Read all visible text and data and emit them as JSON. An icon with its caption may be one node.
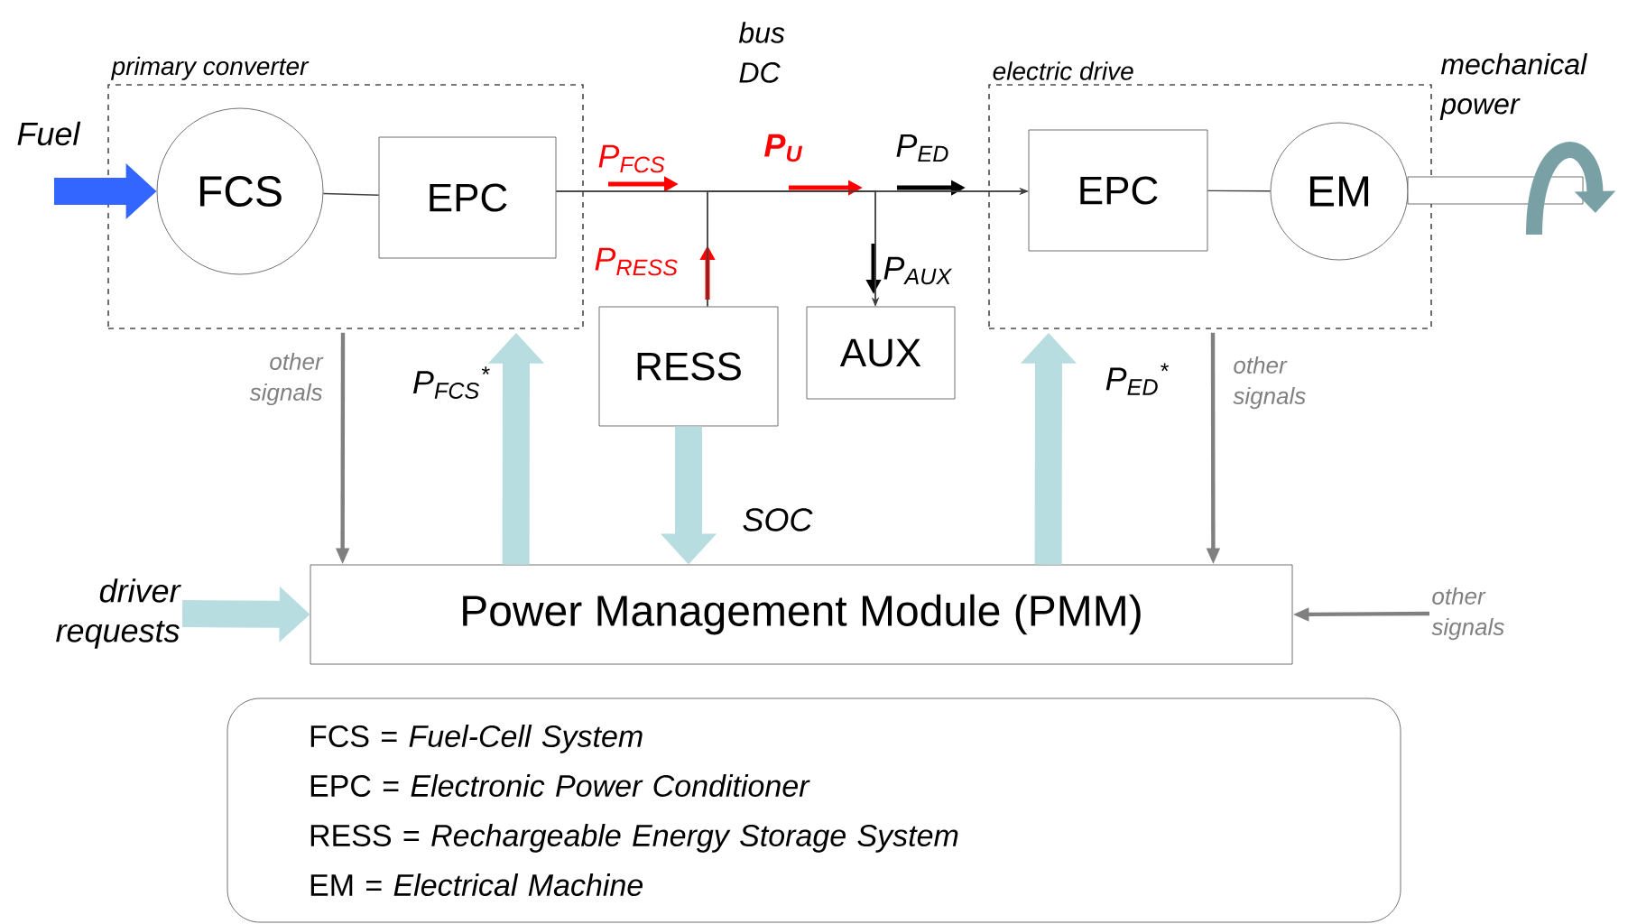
{
  "diagram": {
    "nodes": [
      {
        "text": [
          "primary converter"
        ]
      },
      {
        "text": [
          "FCS"
        ],
        "in": 0
      },
      {
        "text": [
          "EPC"
        ],
        "in": 0
      },
      {
        "text": [
          "electric drive"
        ]
      },
      {
        "text": [
          "EPC"
        ],
        "in": 3
      },
      {
        "text": [
          "EM"
        ],
        "in": 3
      },
      {
        "text": [
          "RESS"
        ]
      },
      {
        "text": [
          "AUX"
        ]
      },
      {
        "text": [
          "Power Management Module (PMM)"
        ]
      },
      {
        "text": [
          "FCS = *Fuel-Cell System*",
          "EPC = *Electronic Power Conditioner*",
          "RESS = *Rechargeable Energy Storage System*",
          "EM = *Electrical Machine*"
        ]
      },
      {
        "text": [
          "driver requests"
        ]
      },
      {
        "text": [
          "other signals"
        ]
      }
    ],
    "edges": [
      {
        "from": 1,
        "to": 2,
        "arrow": "none"
      },
      {
        "from": 2,
        "to": 4,
        "arrow": "to"
      },
      {
        "from": 6,
        "to": 4,
        "arrow": "to"
      },
      {
        "from": 2,
        "to": 7,
        "arrow": "to"
      },
      {
        "from": 6,
        "to": 7,
        "arrow": "to"
      },
      {
        "from": 4,
        "to": 5,
        "arrow": "none"
      },
      {
        "from": null,
        "to": 1,
        "arrow": "to",
        "style": "thick",
        "color": "#3366ff"
      },
      {
        "from": 0,
        "to": 8,
        "arrow": "to",
        "label": "other signals",
        "color": "#808080"
      },
      {
        "from": 8,
        "to": 0,
        "arrow": "to",
        "label": "P$_{FCS}$$^{*}$",
        "style": "thick",
        "color": "#b7dde0"
      },
      {
        "from": 6,
        "to": 8,
        "arrow": "to",
        "label": "SOC",
        "style": "thick",
        "color": "#b7dde0"
      },
      {
        "from": 8,
        "to": 3,
        "arrow": "to",
        "label": "P$_{ED}$$^{*}$",
        "style": "thick",
        "color": "#b7dde0"
      },
      {
        "from": 3,
        "to": 8,
        "arrow": "to",
        "label": "other signals",
        "color": "#808080"
      },
      {
        "from": 10,
        "to": 8,
        "arrow": "to",
        "style": "thick",
        "color": "#b7dde0"
      },
      {
        "from": 11,
        "to": 8,
        "arrow": "to",
        "color": "#808080"
      }
    ],
    "labels": [
      "bus DC",
      "P$_{FCS}$",
      "P$_{U}$",
      "P$_{ED}$",
      "P$_{RESS}$",
      "P$_{AUX}$",
      "Fuel",
      "mechanical power"
    ]
  }
}
